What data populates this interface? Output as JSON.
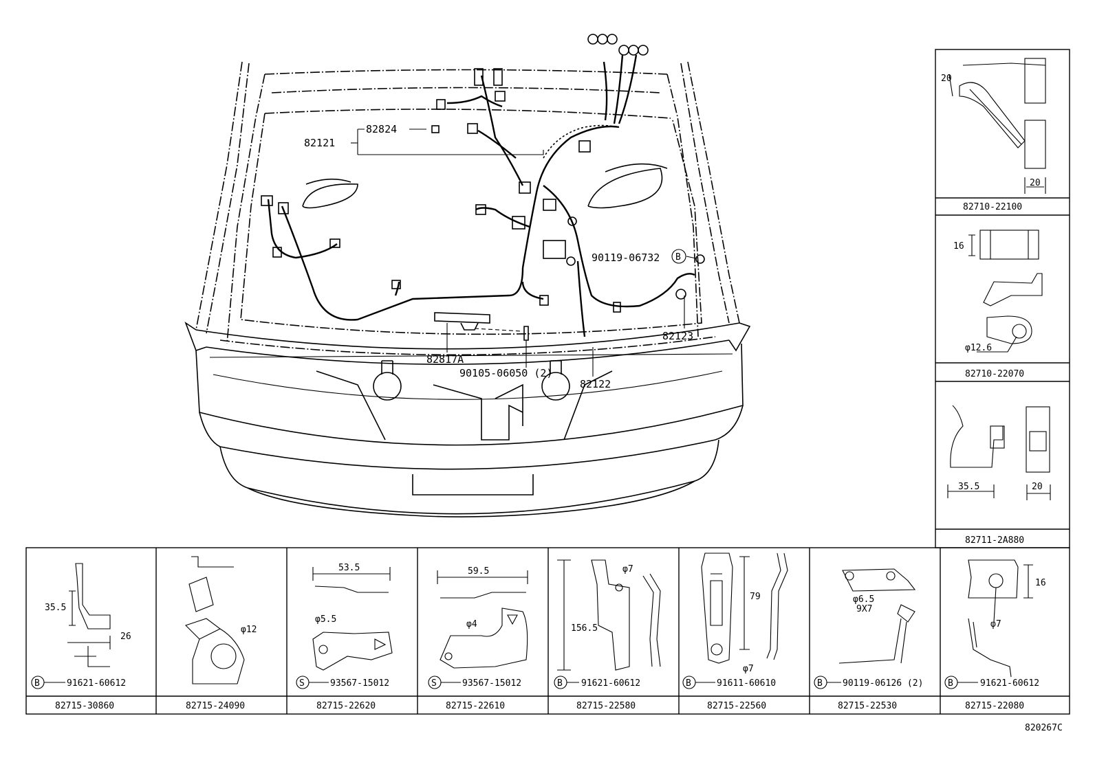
{
  "main_callouts": {
    "c82121": "82121",
    "c82824": "82824",
    "c90119_06732": "90119-06732",
    "c82123": "82123",
    "c82817a": "82817A",
    "c90105": "90105-06050 (2)",
    "c82122": "82122",
    "symbol_b": "B"
  },
  "side_panels": [
    {
      "part": "82710-22100",
      "dim_a": "20",
      "dim_b": "20"
    },
    {
      "part": "82710-22070",
      "dim_a": "16",
      "dim_b": "φ12.6"
    },
    {
      "part": "82711-2A880",
      "dim_a": "35.5",
      "dim_b": "20"
    }
  ],
  "bottom_panels": [
    {
      "part": "82715-30860",
      "symbol": "B",
      "bolt": "91621-60612",
      "dims": [
        "35.5",
        "26"
      ]
    },
    {
      "part": "82715-24090",
      "symbol": "",
      "bolt": "",
      "dims": [
        "φ12"
      ]
    },
    {
      "part": "82715-22620",
      "symbol": "S",
      "bolt": "93567-15012",
      "dims": [
        "53.5",
        "φ5.5"
      ]
    },
    {
      "part": "82715-22610",
      "symbol": "S",
      "bolt": "93567-15012",
      "dims": [
        "59.5",
        "φ4"
      ]
    },
    {
      "part": "82715-22580",
      "symbol": "B",
      "bolt": "91621-60612",
      "dims": [
        "156.5",
        "φ7"
      ]
    },
    {
      "part": "82715-22560",
      "symbol": "B",
      "bolt": "91611-60610",
      "dims": [
        "79",
        "φ7"
      ]
    },
    {
      "part": "82715-22530",
      "symbol": "B",
      "bolt": "90119-06126 (2)",
      "dims": [
        "φ6.5",
        "9X7"
      ]
    },
    {
      "part": "82715-22080",
      "symbol": "B",
      "bolt": "91621-60612",
      "dims": [
        "16",
        "φ7"
      ]
    }
  ],
  "figure_id": "820267C"
}
